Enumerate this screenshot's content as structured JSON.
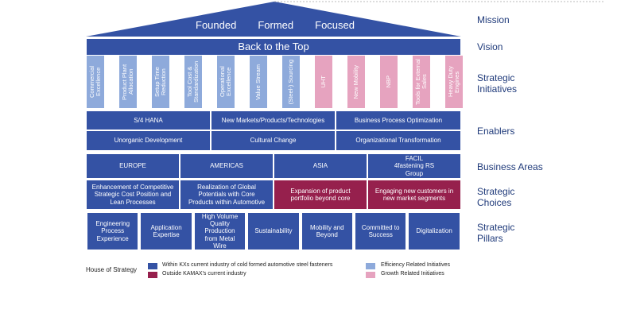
{
  "roof": {
    "words": [
      "Founded",
      "Formed",
      "Focused"
    ]
  },
  "vision": "Back to the Top",
  "initiatives": [
    {
      "label": "Commercial Excellence",
      "type": "efficiency"
    },
    {
      "label": "Product Plant Allocation",
      "type": "efficiency"
    },
    {
      "label": "Setup Time Reduction",
      "type": "efficiency"
    },
    {
      "label": "Tool Cost & Standardization",
      "type": "efficiency"
    },
    {
      "label": "Operational Excellence",
      "type": "efficiency"
    },
    {
      "label": "Value Stream",
      "type": "efficiency"
    },
    {
      "label": "(Steel-) Sourcing",
      "type": "efficiency"
    },
    {
      "label": "UHT",
      "type": "growth"
    },
    {
      "label": "New Mobility",
      "type": "growth"
    },
    {
      "label": "NBP",
      "type": "growth"
    },
    {
      "label": "Tools for External Sales",
      "type": "growth"
    },
    {
      "label": "Heavy Duty Engines",
      "type": "growth"
    }
  ],
  "enablers": [
    "S/4 HANA",
    "New Markets/Products/Technologies",
    "Business Process Optimization",
    "Unorganic Development",
    "Cultural Change",
    "Organizational Transformation"
  ],
  "business_areas": [
    "EUROPE",
    "AMERICAS",
    "ASIA",
    "FACIL 4fastening RS Group"
  ],
  "choices": [
    {
      "label": "Enhancement of Competitive Strategic Cost Position and Lean Processes",
      "type": "within"
    },
    {
      "label": "Realization of Global Potentials with Core Products within Automotive",
      "type": "within"
    },
    {
      "label": "Expansion of product portfolio beyond core",
      "type": "outside"
    },
    {
      "label": "Engaging new customers in new market segments",
      "type": "outside"
    }
  ],
  "pillars": [
    "Engineering Process Experience",
    "Application Expertise",
    "High Volume Quality Production from Metal Wire",
    "Sustainability",
    "Mobility and Beyond",
    "Committed to Success",
    "Digitalization"
  ],
  "labels": {
    "mission": "Mission",
    "vision": "Vision",
    "initiatives": "Strategic Initiatives",
    "enablers": "Enablers",
    "business_areas": "Business Areas",
    "choices": "Strategic Choices",
    "pillars": "Strategic Pillars"
  },
  "legend": {
    "title": "House of Strategy",
    "within": "Within KXs current industry of cold formed automotive steel fasteners",
    "outside": "Outside KAMAX's current industry",
    "efficiency": "Efficiency Related Initiatives",
    "growth": "Growth Related Initiatives"
  },
  "colors": {
    "dark_blue": "#3452a4",
    "maroon": "#96204d",
    "light_blue": "#8eaadb",
    "pink": "#e6a3bf"
  }
}
